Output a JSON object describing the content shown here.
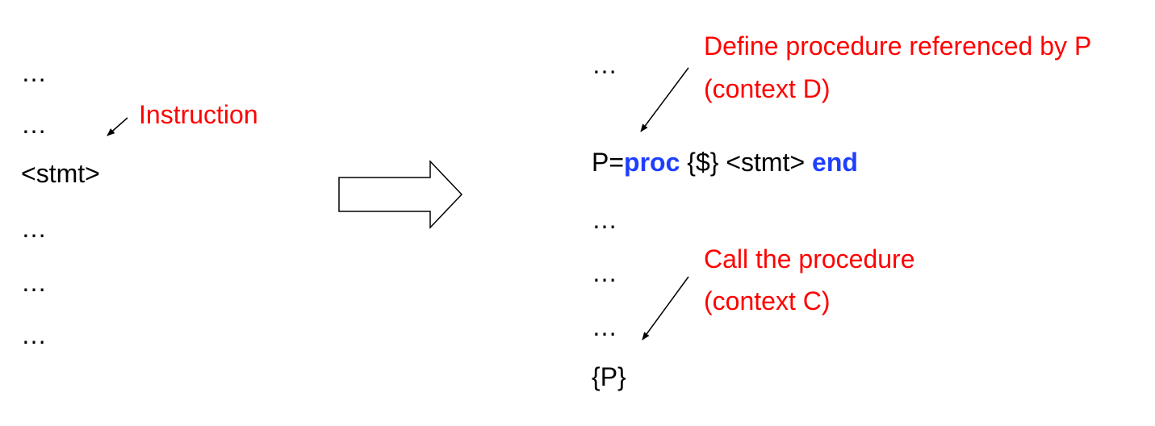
{
  "left": {
    "lines": [
      "…",
      "…",
      "<stmt>",
      "…",
      "…",
      "…"
    ],
    "annotation": "Instruction"
  },
  "right": {
    "line_1": "…",
    "definition": {
      "prefix": "P=",
      "kw_proc": "proc",
      "middle": " {$} <stmt> ",
      "kw_end": "end"
    },
    "line_3": "…",
    "line_4": "…",
    "line_5": "…",
    "call": "{P}",
    "annotation_define": [
      "Define procedure referenced by P",
      "(context D)"
    ],
    "annotation_call": [
      "Call the procedure",
      "(context C)"
    ]
  },
  "colors": {
    "annotation": "#ff0000",
    "keyword": "#1f3fff",
    "text": "#000000"
  }
}
